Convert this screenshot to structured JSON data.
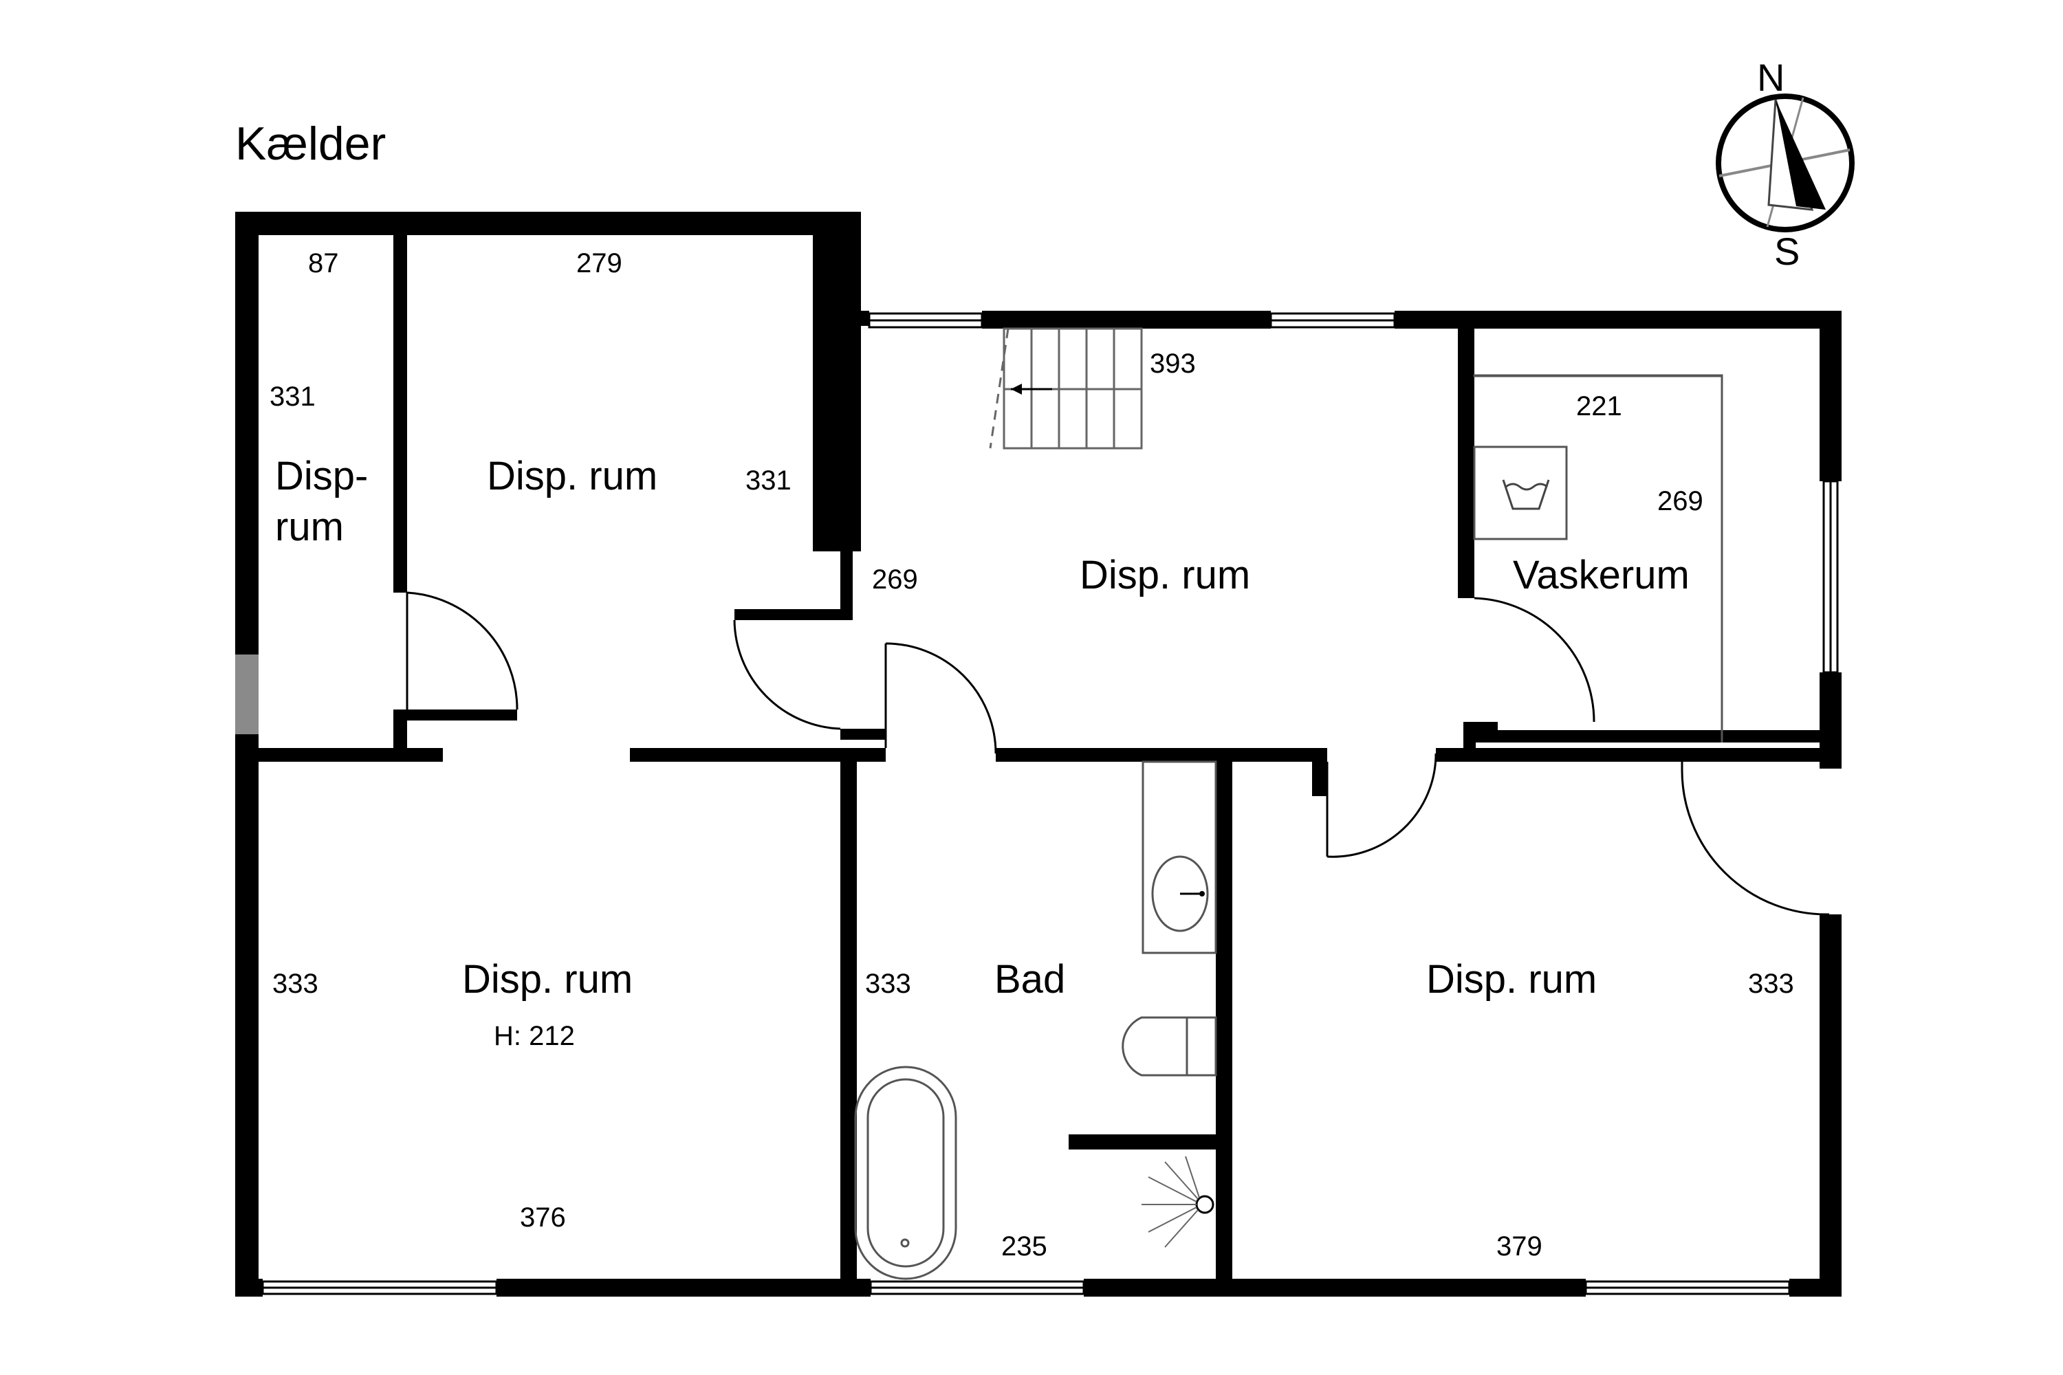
{
  "title": "Kælder",
  "compass": {
    "north": "N",
    "south": "S"
  },
  "rooms": {
    "small_storage_line1": "Disp-",
    "small_storage_line2": "rum",
    "storage_top_left": "Disp. rum",
    "storage_center": "Disp. rum",
    "laundry": "Vaskerum",
    "storage_bottom_left": "Disp. rum",
    "storage_bottom_left_height": "H: 212",
    "bathroom": "Bad",
    "storage_bottom_right": "Disp. rum"
  },
  "dimensions": {
    "small_storage_width": "87",
    "small_storage_height": "331",
    "top_left_width": "279",
    "top_left_height": "331",
    "center_width": "393",
    "center_height": "269",
    "laundry_width": "221",
    "laundry_height": "269",
    "bottom_left_height": "333",
    "bottom_left_width": "376",
    "bathroom_height": "333",
    "bathroom_width": "235",
    "bottom_right_width": "379",
    "bottom_right_height": "333"
  },
  "colors": {
    "wall": "#000000",
    "background": "#ffffff",
    "fixture_line": "#555555",
    "opening_grey": "#8a8a8a"
  }
}
